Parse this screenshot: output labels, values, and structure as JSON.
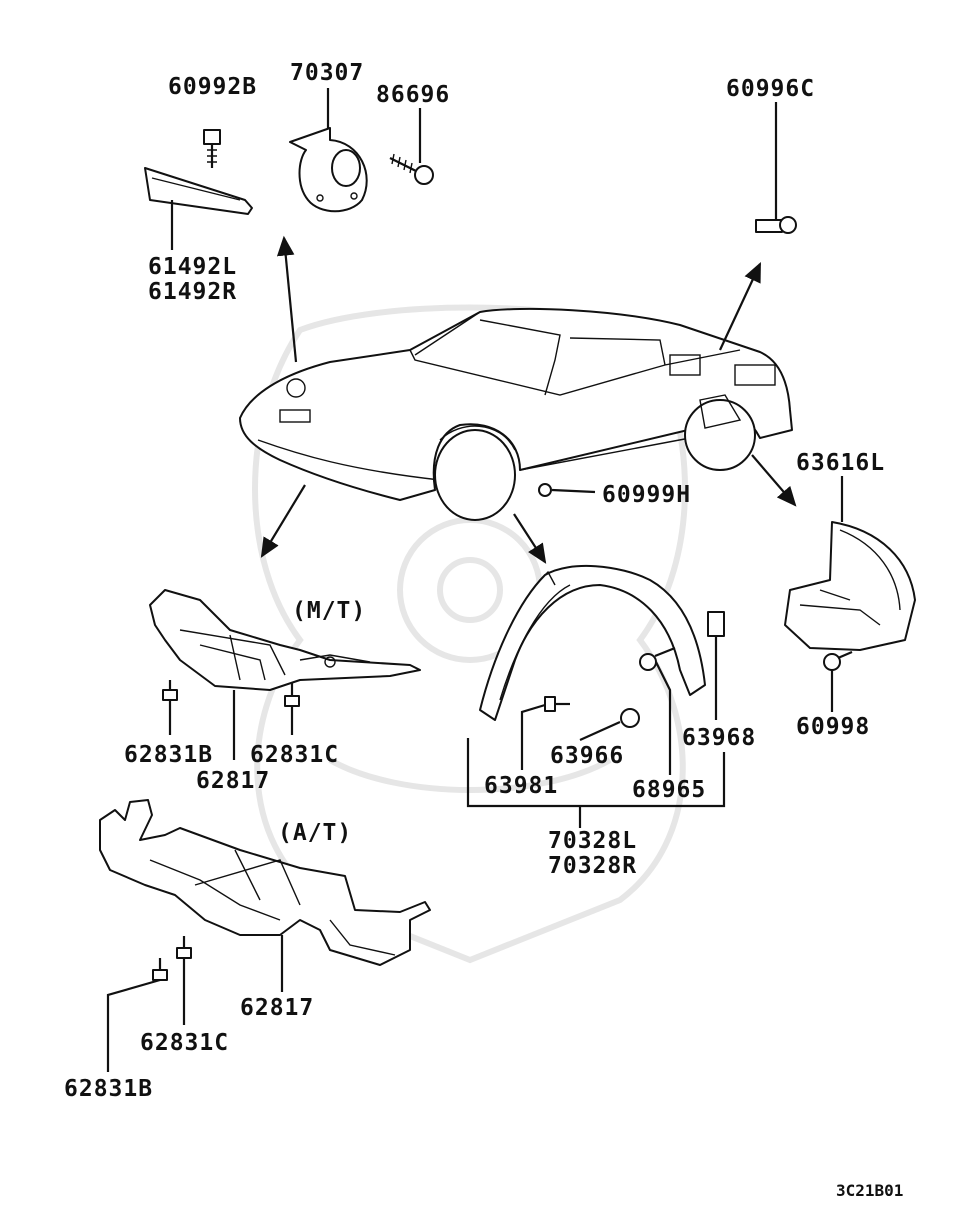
{
  "diagram_code": "3C21B01",
  "transmission_labels": {
    "mt": "(M/T)",
    "at": "(A/T)"
  },
  "parts": {
    "p60992B": "60992B",
    "p70307": "70307",
    "p86696": "86696",
    "p60996C": "60996C",
    "p61492L": "61492L",
    "p61492R": "61492R",
    "p63616L": "63616L",
    "p60999H": "60999H",
    "p62831B_mt": "62831B",
    "p62831C_mt": "62831C",
    "p62817_mt": "62817",
    "p63968": "63968",
    "p63966": "63966",
    "p60998": "60998",
    "p63981": "63981",
    "p68965": "68965",
    "p70328L": "70328L",
    "p70328R": "70328R",
    "p62817_at": "62817",
    "p62831C_at": "62831C",
    "p62831B_at": "62831B"
  }
}
